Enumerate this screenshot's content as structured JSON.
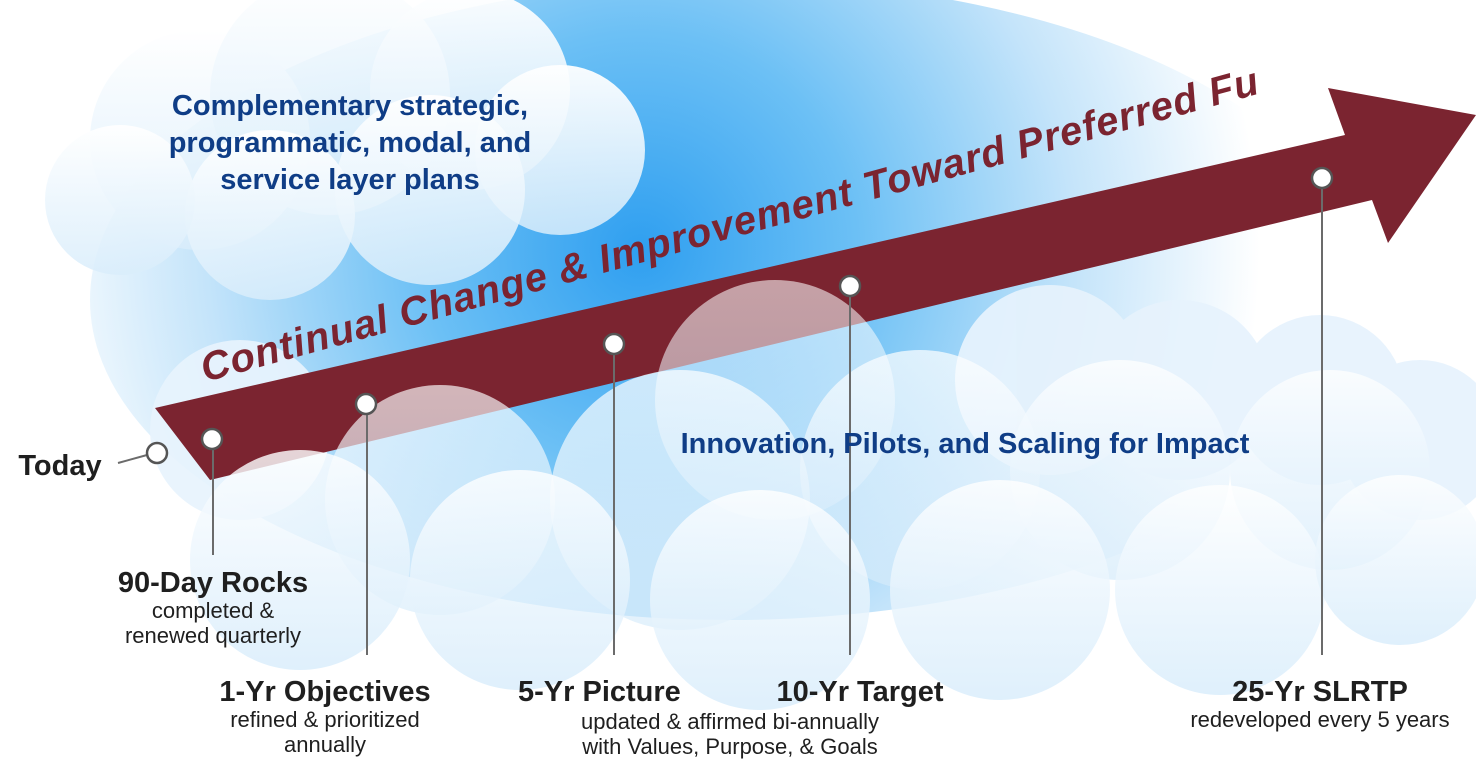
{
  "diagram": {
    "top_clouds_label": "Complementary strategic, programmatic, modal, and service layer plans",
    "bottom_clouds_label": "Innovation, Pilots, and Scaling for Impact",
    "arrow_label": "Continual Change &  Improvement Toward Preferred Future",
    "today_label": "Today",
    "colors": {
      "arrow": "#7b2430",
      "headline_blue": "#0f3d86",
      "sky": "#5bb7f3"
    },
    "milestones": [
      {
        "title": "90-Day Rocks",
        "desc_1": "completed &",
        "desc_2": "renewed quarterly"
      },
      {
        "title": "1-Yr Objectives",
        "desc_1": "refined & prioritized",
        "desc_2": "annually"
      },
      {
        "title": "5-Yr Picture",
        "desc_1": "updated & affirmed bi-annually",
        "desc_2": "with Values, Purpose, & Goals"
      },
      {
        "title": "10-Yr Target",
        "desc_1": "",
        "desc_2": ""
      },
      {
        "title": "25-Yr SLRTP",
        "desc_1": "redeveloped every 5 years",
        "desc_2": ""
      }
    ]
  }
}
